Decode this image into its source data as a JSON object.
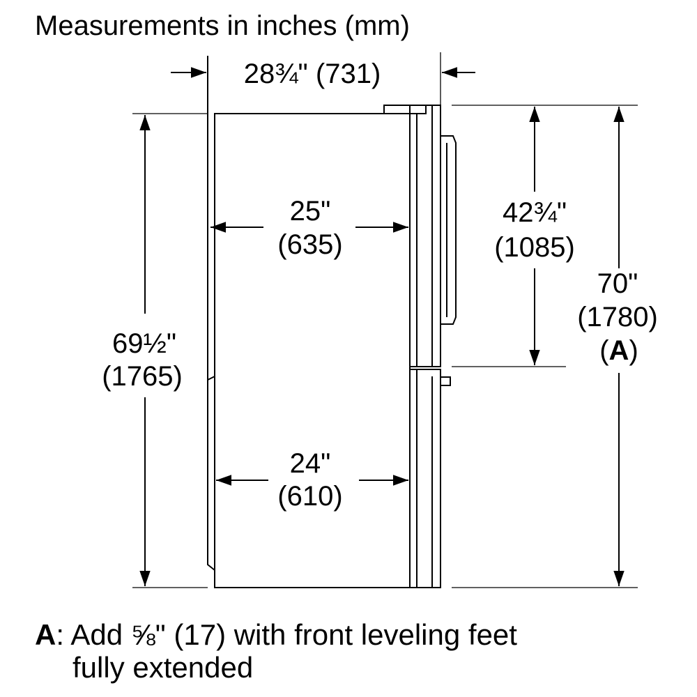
{
  "title": "Measurements in inches (mm)",
  "dimensions": {
    "overall_depth": {
      "inches": "28¾\"",
      "mm": "(731)"
    },
    "cabinet_depth_upper": {
      "inches": "25\"",
      "mm": "(635)"
    },
    "cabinet_depth_lower": {
      "inches": "24\"",
      "mm": "(610)"
    },
    "cabinet_height": {
      "inches": "69½\"",
      "mm": "(1765)"
    },
    "door_height": {
      "inches": "42¾\"",
      "mm": "(1085)"
    },
    "overall_height": {
      "inches": "70\"",
      "mm": "(1780)",
      "ref_open": "(",
      "ref_letter": "A",
      "ref_close": ")"
    }
  },
  "footnote": {
    "letter": "A",
    "colon": ":",
    "line1": " Add ⅝\" (17) with front leveling feet",
    "line2": "fully extended"
  },
  "colors": {
    "line": "#000000",
    "background": "#ffffff"
  }
}
